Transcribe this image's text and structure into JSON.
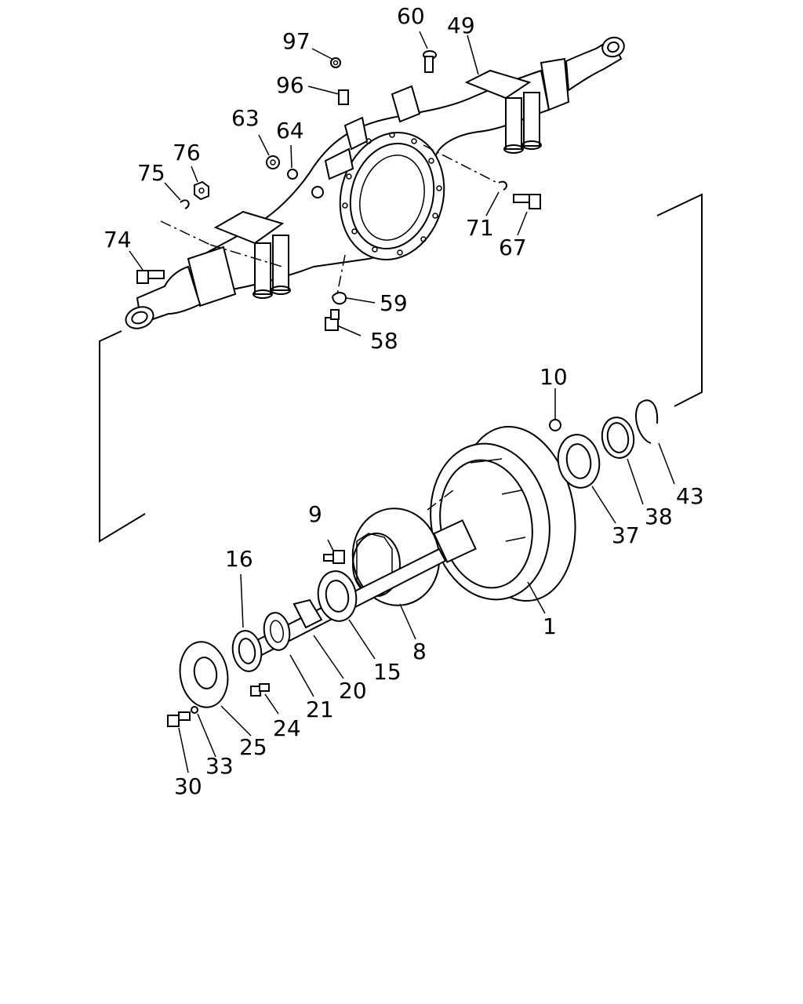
{
  "diagram": {
    "kind": "exploded-parts-diagram",
    "callouts": {
      "c1": "1",
      "c8": "8",
      "c9": "9",
      "c10": "10",
      "c15": "15",
      "c16": "16",
      "c20": "20",
      "c21": "21",
      "c24": "24",
      "c25": "25",
      "c30": "30",
      "c33": "33",
      "c37": "37",
      "c38": "38",
      "c43": "43",
      "c49": "49",
      "c58": "58",
      "c59": "59",
      "c60": "60",
      "c63": "63",
      "c64": "64",
      "c67": "67",
      "c71": "71",
      "c74": "74",
      "c75": "75",
      "c76": "76",
      "c96": "96",
      "c97": "97"
    }
  }
}
